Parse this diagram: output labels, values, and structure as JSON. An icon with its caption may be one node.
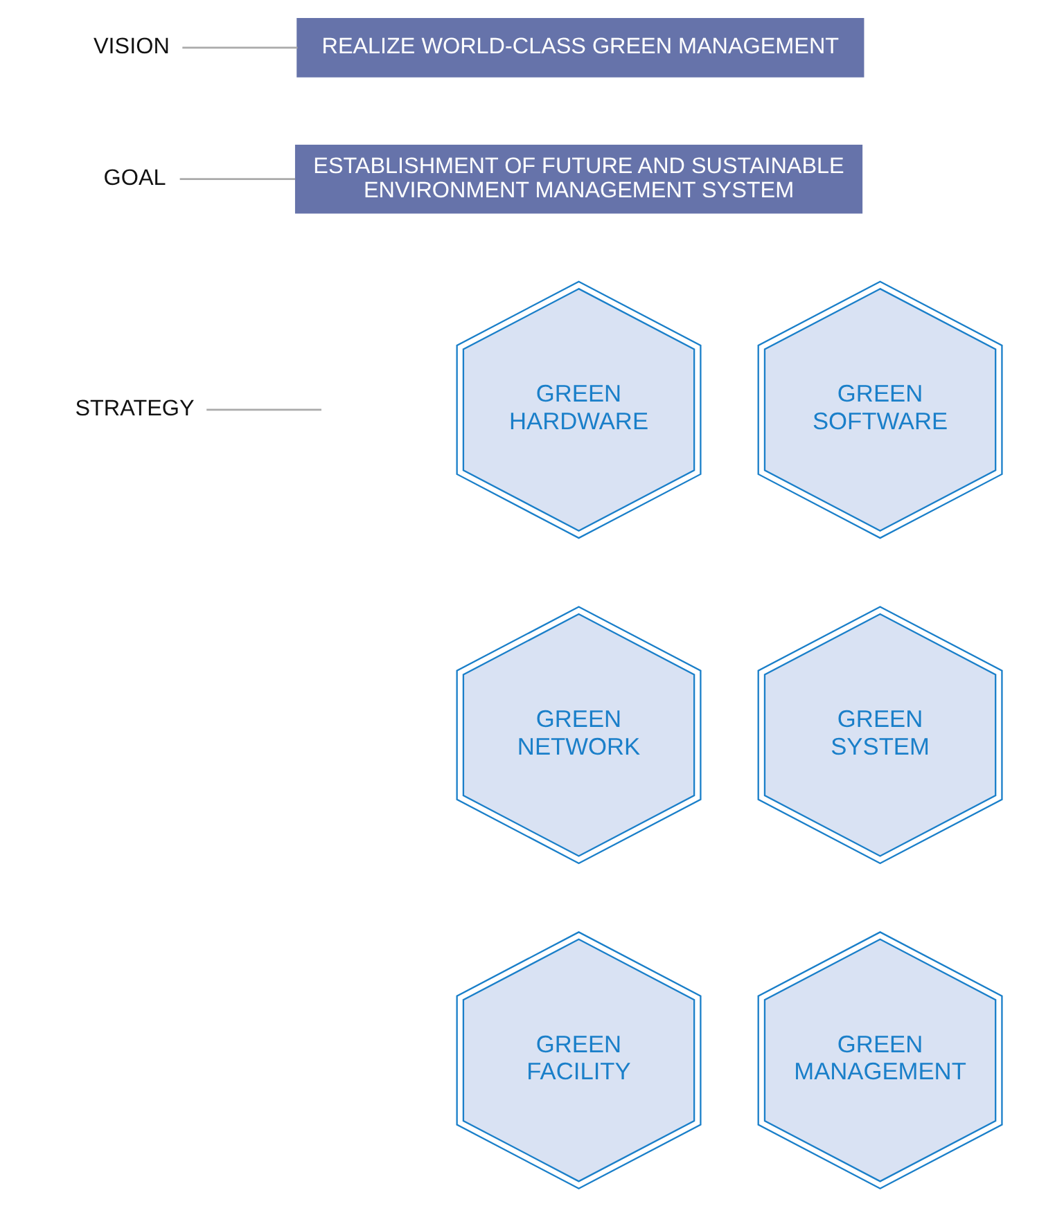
{
  "diagram": {
    "nodes": [
      {
        "text": [
          "VISION"
        ]
      },
      {
        "text": [
          "REALIZE WORLD-CLASS GREEN MANAGEMENT"
        ]
      },
      {
        "text": [
          "GOAL"
        ]
      },
      {
        "text": [
          "ESTABLISHMENT OF FUTURE AND SUSTAINABLE ENVIRONMENT MANAGEMENT SYSTEM"
        ]
      },
      {
        "text": [
          "STRATEGY"
        ]
      },
      {
        "text": [
          "GREEN HARDWARE"
        ]
      },
      {
        "text": [
          "GREEN SOFTWARE"
        ]
      },
      {
        "text": [
          "GREEN NETWORK"
        ]
      },
      {
        "text": [
          "GREEN SYSTEM"
        ]
      },
      {
        "text": [
          "GREEN FACILITY"
        ]
      },
      {
        "text": [
          "GREEN MANAGEMENT"
        ]
      }
    ],
    "edges": [
      {
        "from": 0,
        "to": 1,
        "arrow": "none"
      },
      {
        "from": 2,
        "to": 3,
        "arrow": "none"
      },
      {
        "from": 4,
        "to": null,
        "arrow": "none"
      }
    ]
  }
}
